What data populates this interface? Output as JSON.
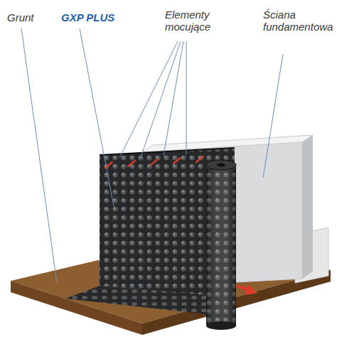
{
  "diagram": {
    "labels": [
      "Grunt",
      "GXP PLUS",
      "Elementy mocujące",
      "Ściana fundamentowa"
    ]
  }
}
